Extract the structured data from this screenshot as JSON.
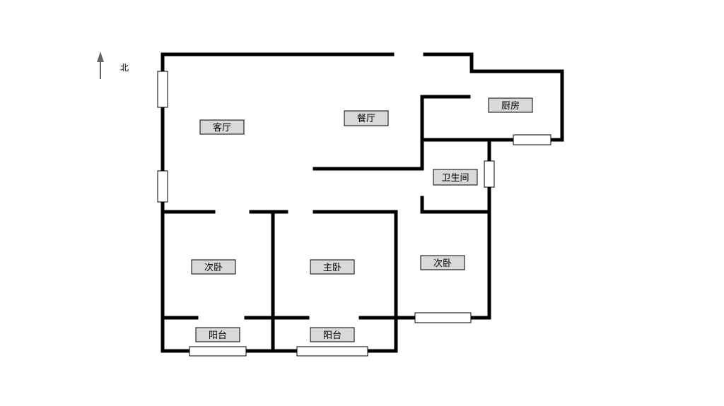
{
  "compass": {
    "label": "北",
    "icon": "north-arrow-icon"
  },
  "rooms": [
    {
      "id": "living-room",
      "label": "客厅"
    },
    {
      "id": "dining-room",
      "label": "餐厅"
    },
    {
      "id": "kitchen",
      "label": "厨房"
    },
    {
      "id": "bathroom",
      "label": "卫生间"
    },
    {
      "id": "secondary-bedroom-west",
      "label": "次卧"
    },
    {
      "id": "master-bedroom",
      "label": "主卧"
    },
    {
      "id": "secondary-bedroom-east",
      "label": "次卧"
    },
    {
      "id": "balcony-west",
      "label": "阳台"
    },
    {
      "id": "balcony-east",
      "label": "阳台"
    }
  ],
  "colors": {
    "wall": "#000000",
    "label_fill": "#d9d9d9",
    "window_fill": "#ffffff",
    "arrow": "#666666"
  }
}
